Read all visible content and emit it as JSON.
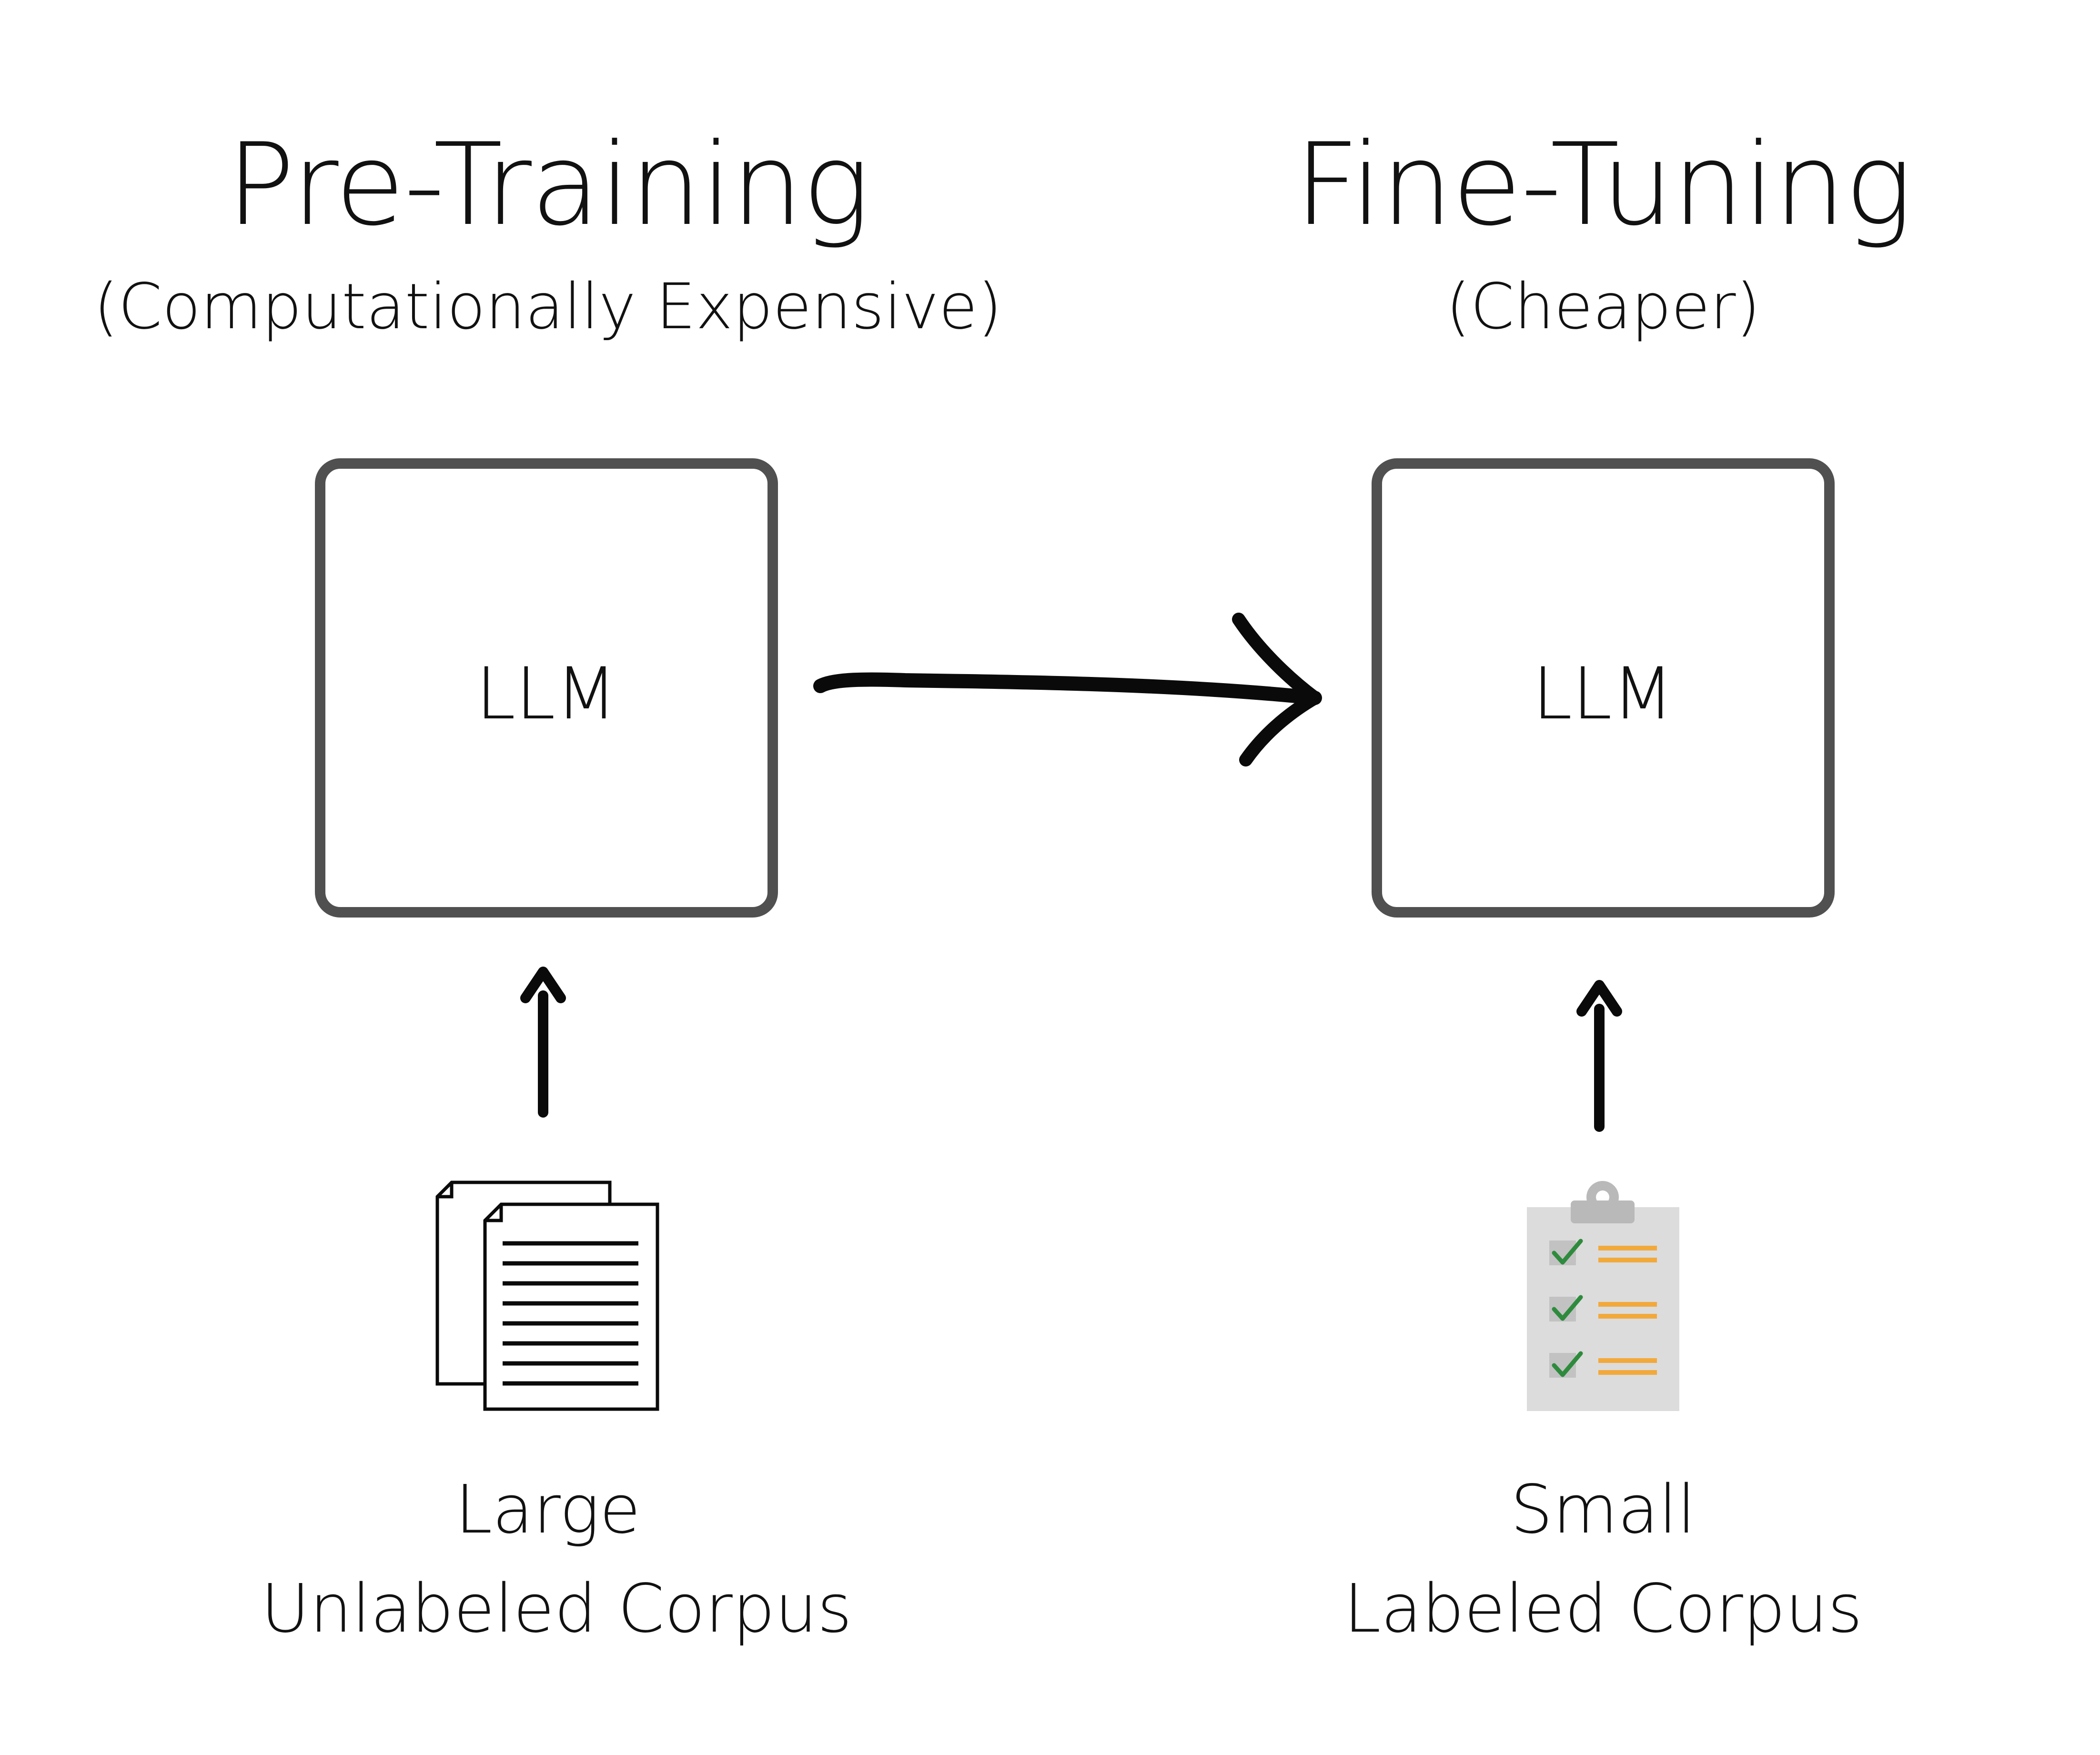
{
  "left_stage": {
    "title": "Pre-Training",
    "subtitle": "(Computationally Expensive)",
    "box_label": "LLM",
    "caption_line1": "Large",
    "caption_line2": "Unlabeled Corpus",
    "icon": "documents-icon"
  },
  "right_stage": {
    "title": "Fine-Tuning",
    "subtitle": "(Cheaper)",
    "box_label": "LLM",
    "caption_line1": "Small",
    "caption_line2": "Labeled Corpus",
    "icon": "clipboard-checklist-icon"
  },
  "colors": {
    "box_border": "#505050",
    "arrow": "#0a0a0a",
    "clipboard": "#dcdcdc",
    "clip": "#b9b9b9",
    "checkmark": "#2e8b3d",
    "checklist_lines": "#f2a93b"
  }
}
